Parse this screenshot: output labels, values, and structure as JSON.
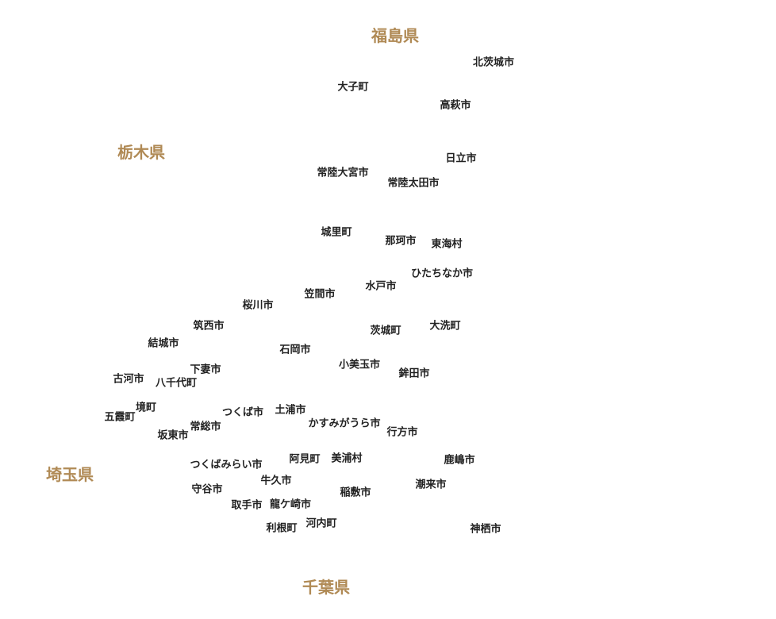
{
  "prefectures": {
    "fukushima": "福島県",
    "tochigi": "栃木県",
    "saitama": "埼玉県",
    "chiba": "千葉県"
  },
  "municipalities": {
    "kitaibaraki": "北茨城市",
    "daigo": "大子町",
    "takahagi": "高萩市",
    "hitachi": "日立市",
    "hitachiomiya": "常陸大宮市",
    "hitachiota": "常陸太田市",
    "shirosato": "城里町",
    "naka": "那珂市",
    "tokai": "東海村",
    "hitachinaka": "ひたちなか市",
    "mito": "水戸市",
    "kasama": "笠間市",
    "sakuragawa": "桜川市",
    "chikusei": "筑西市",
    "ibarakimachi": "茨城町",
    "oarai": "大洗町",
    "yuki": "結城市",
    "ishioka": "石岡市",
    "omitama": "小美玉市",
    "hokota": "鉾田市",
    "shimotsuma": "下妻市",
    "koga": "古河市",
    "yachiyo": "八千代町",
    "sakai": "境町",
    "goka": "五霞町",
    "tsukuba": "つくば市",
    "tsuchiura": "土浦市",
    "kasumigaura": "かすみがうら市",
    "joso": "常総市",
    "namegata": "行方市",
    "bando": "坂東市",
    "ami": "阿見町",
    "miho": "美浦村",
    "kashima": "鹿嶋市",
    "tsukubamirai": "つくばみらい市",
    "ushiku": "牛久市",
    "itako": "潮来市",
    "moriya": "守谷市",
    "inashiki": "稲敷市",
    "toride": "取手市",
    "ryugasaki": "龍ケ崎市",
    "kawachi": "河内町",
    "tone": "利根町",
    "kamisu": "神栖市"
  }
}
